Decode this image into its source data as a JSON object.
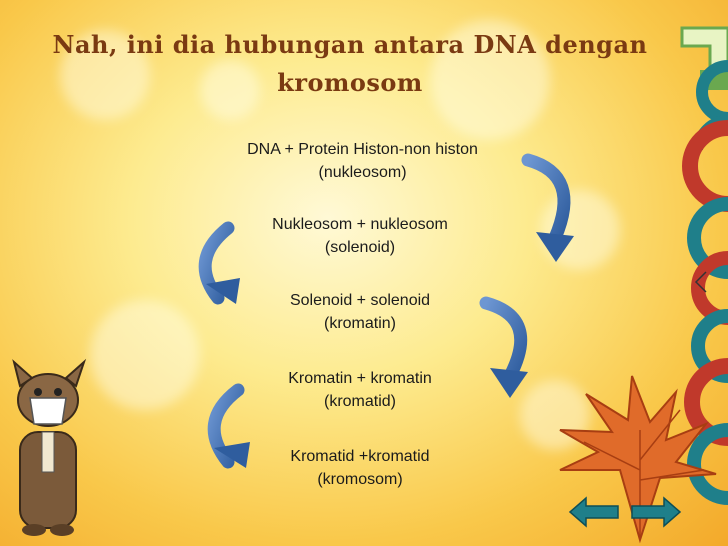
{
  "slide": {
    "title": "Nah, ini dia hubungan antara DNA dengan kromosom",
    "steps": [
      {
        "line1": "DNA + Protein Histon-non histon",
        "line2": "(nukleosom)"
      },
      {
        "line1": "Nukleosom + nukleosom",
        "line2": "(solenoid)"
      },
      {
        "line1": "Solenoid + solenoid",
        "line2": "(kromatin)"
      },
      {
        "line1": "Kromatin + kromatin",
        "line2": "(kromatid)"
      },
      {
        "line1": "Kromatid +kromatid",
        "line2": "(kromosom)"
      }
    ],
    "colors": {
      "title": "#7a3a12",
      "arrow": "#3f6fb5",
      "background": "#fbd96a",
      "deco_red": "#c0392b",
      "deco_teal": "#1f7f8a",
      "deco_green": "#6aa84f"
    }
  }
}
